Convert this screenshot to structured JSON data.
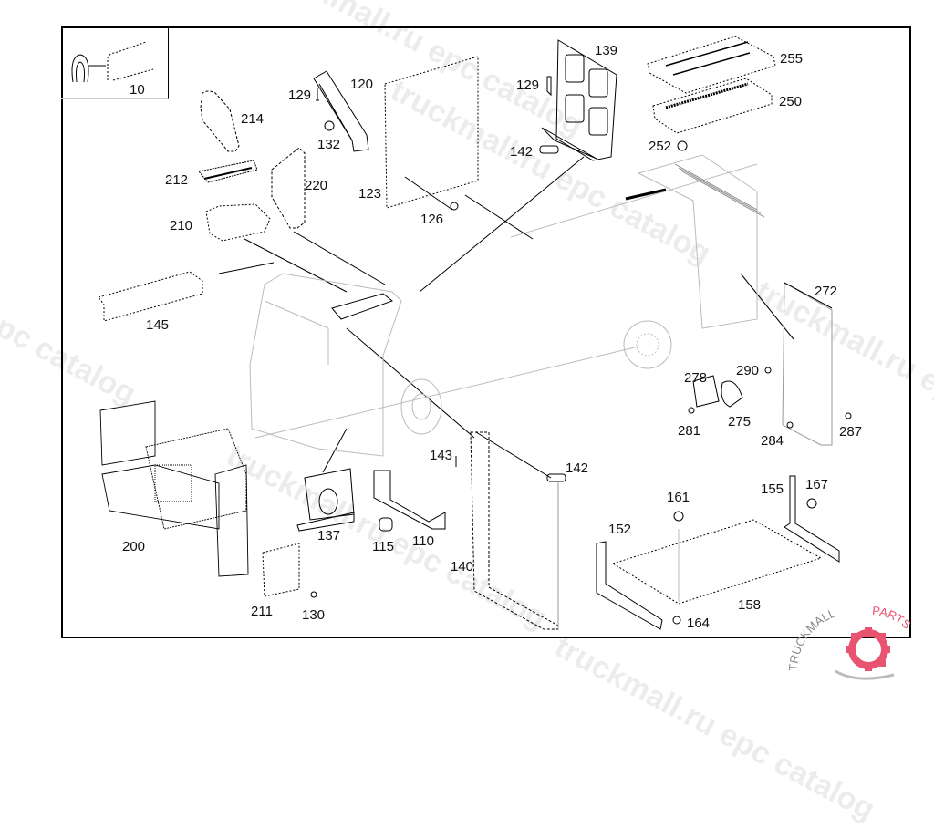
{
  "diagram": {
    "type": "exploded-parts-diagram",
    "subject": "truck cab electrical/mounting components",
    "inset_callout": "10",
    "callouts": [
      {
        "id": "10"
      },
      {
        "id": "120"
      },
      {
        "id": "123"
      },
      {
        "id": "126"
      },
      {
        "id": "129a",
        "label": "129"
      },
      {
        "id": "129b",
        "label": "129"
      },
      {
        "id": "132"
      },
      {
        "id": "139"
      },
      {
        "id": "142a",
        "label": "142"
      },
      {
        "id": "142b",
        "label": "142"
      },
      {
        "id": "143"
      },
      {
        "id": "145"
      },
      {
        "id": "110"
      },
      {
        "id": "115"
      },
      {
        "id": "130"
      },
      {
        "id": "137"
      },
      {
        "id": "140"
      },
      {
        "id": "152"
      },
      {
        "id": "155"
      },
      {
        "id": "158"
      },
      {
        "id": "161"
      },
      {
        "id": "164"
      },
      {
        "id": "167"
      },
      {
        "id": "200"
      },
      {
        "id": "210"
      },
      {
        "id": "211"
      },
      {
        "id": "212"
      },
      {
        "id": "214"
      },
      {
        "id": "220"
      },
      {
        "id": "250"
      },
      {
        "id": "252"
      },
      {
        "id": "255"
      },
      {
        "id": "272"
      },
      {
        "id": "275"
      },
      {
        "id": "278"
      },
      {
        "id": "281"
      },
      {
        "id": "284"
      },
      {
        "id": "287"
      },
      {
        "id": "290"
      }
    ]
  },
  "labels": {
    "c10": "10",
    "c120": "120",
    "c123": "123",
    "c126": "126",
    "c129a": "129",
    "c129b": "129",
    "c132": "132",
    "c139": "139",
    "c142a": "142",
    "c142b": "142",
    "c143": "143",
    "c145": "145",
    "c110": "110",
    "c115": "115",
    "c130": "130",
    "c137": "137",
    "c140": "140",
    "c152": "152",
    "c155": "155",
    "c158": "158",
    "c161": "161",
    "c164": "164",
    "c167": "167",
    "c200": "200",
    "c210": "210",
    "c211": "211",
    "c212": "212",
    "c214": "214",
    "c220": "220",
    "c250": "250",
    "c252": "252",
    "c255": "255",
    "c272": "272",
    "c275": "275",
    "c278": "278",
    "c281": "281",
    "c284": "284",
    "c287": "287",
    "c290": "290"
  },
  "watermarks": [
    "truckmall.ru epc catalog",
    "truckmall.ru epc catalog",
    "truckmall.ru epc catalog",
    "epc catalog",
    "truckmall.ru epc catalog"
  ],
  "logo": {
    "text_left": "TRUCKMALL",
    "text_right": "PARTS",
    "accent": "#e8536f",
    "gray": "#8a8a8a"
  }
}
